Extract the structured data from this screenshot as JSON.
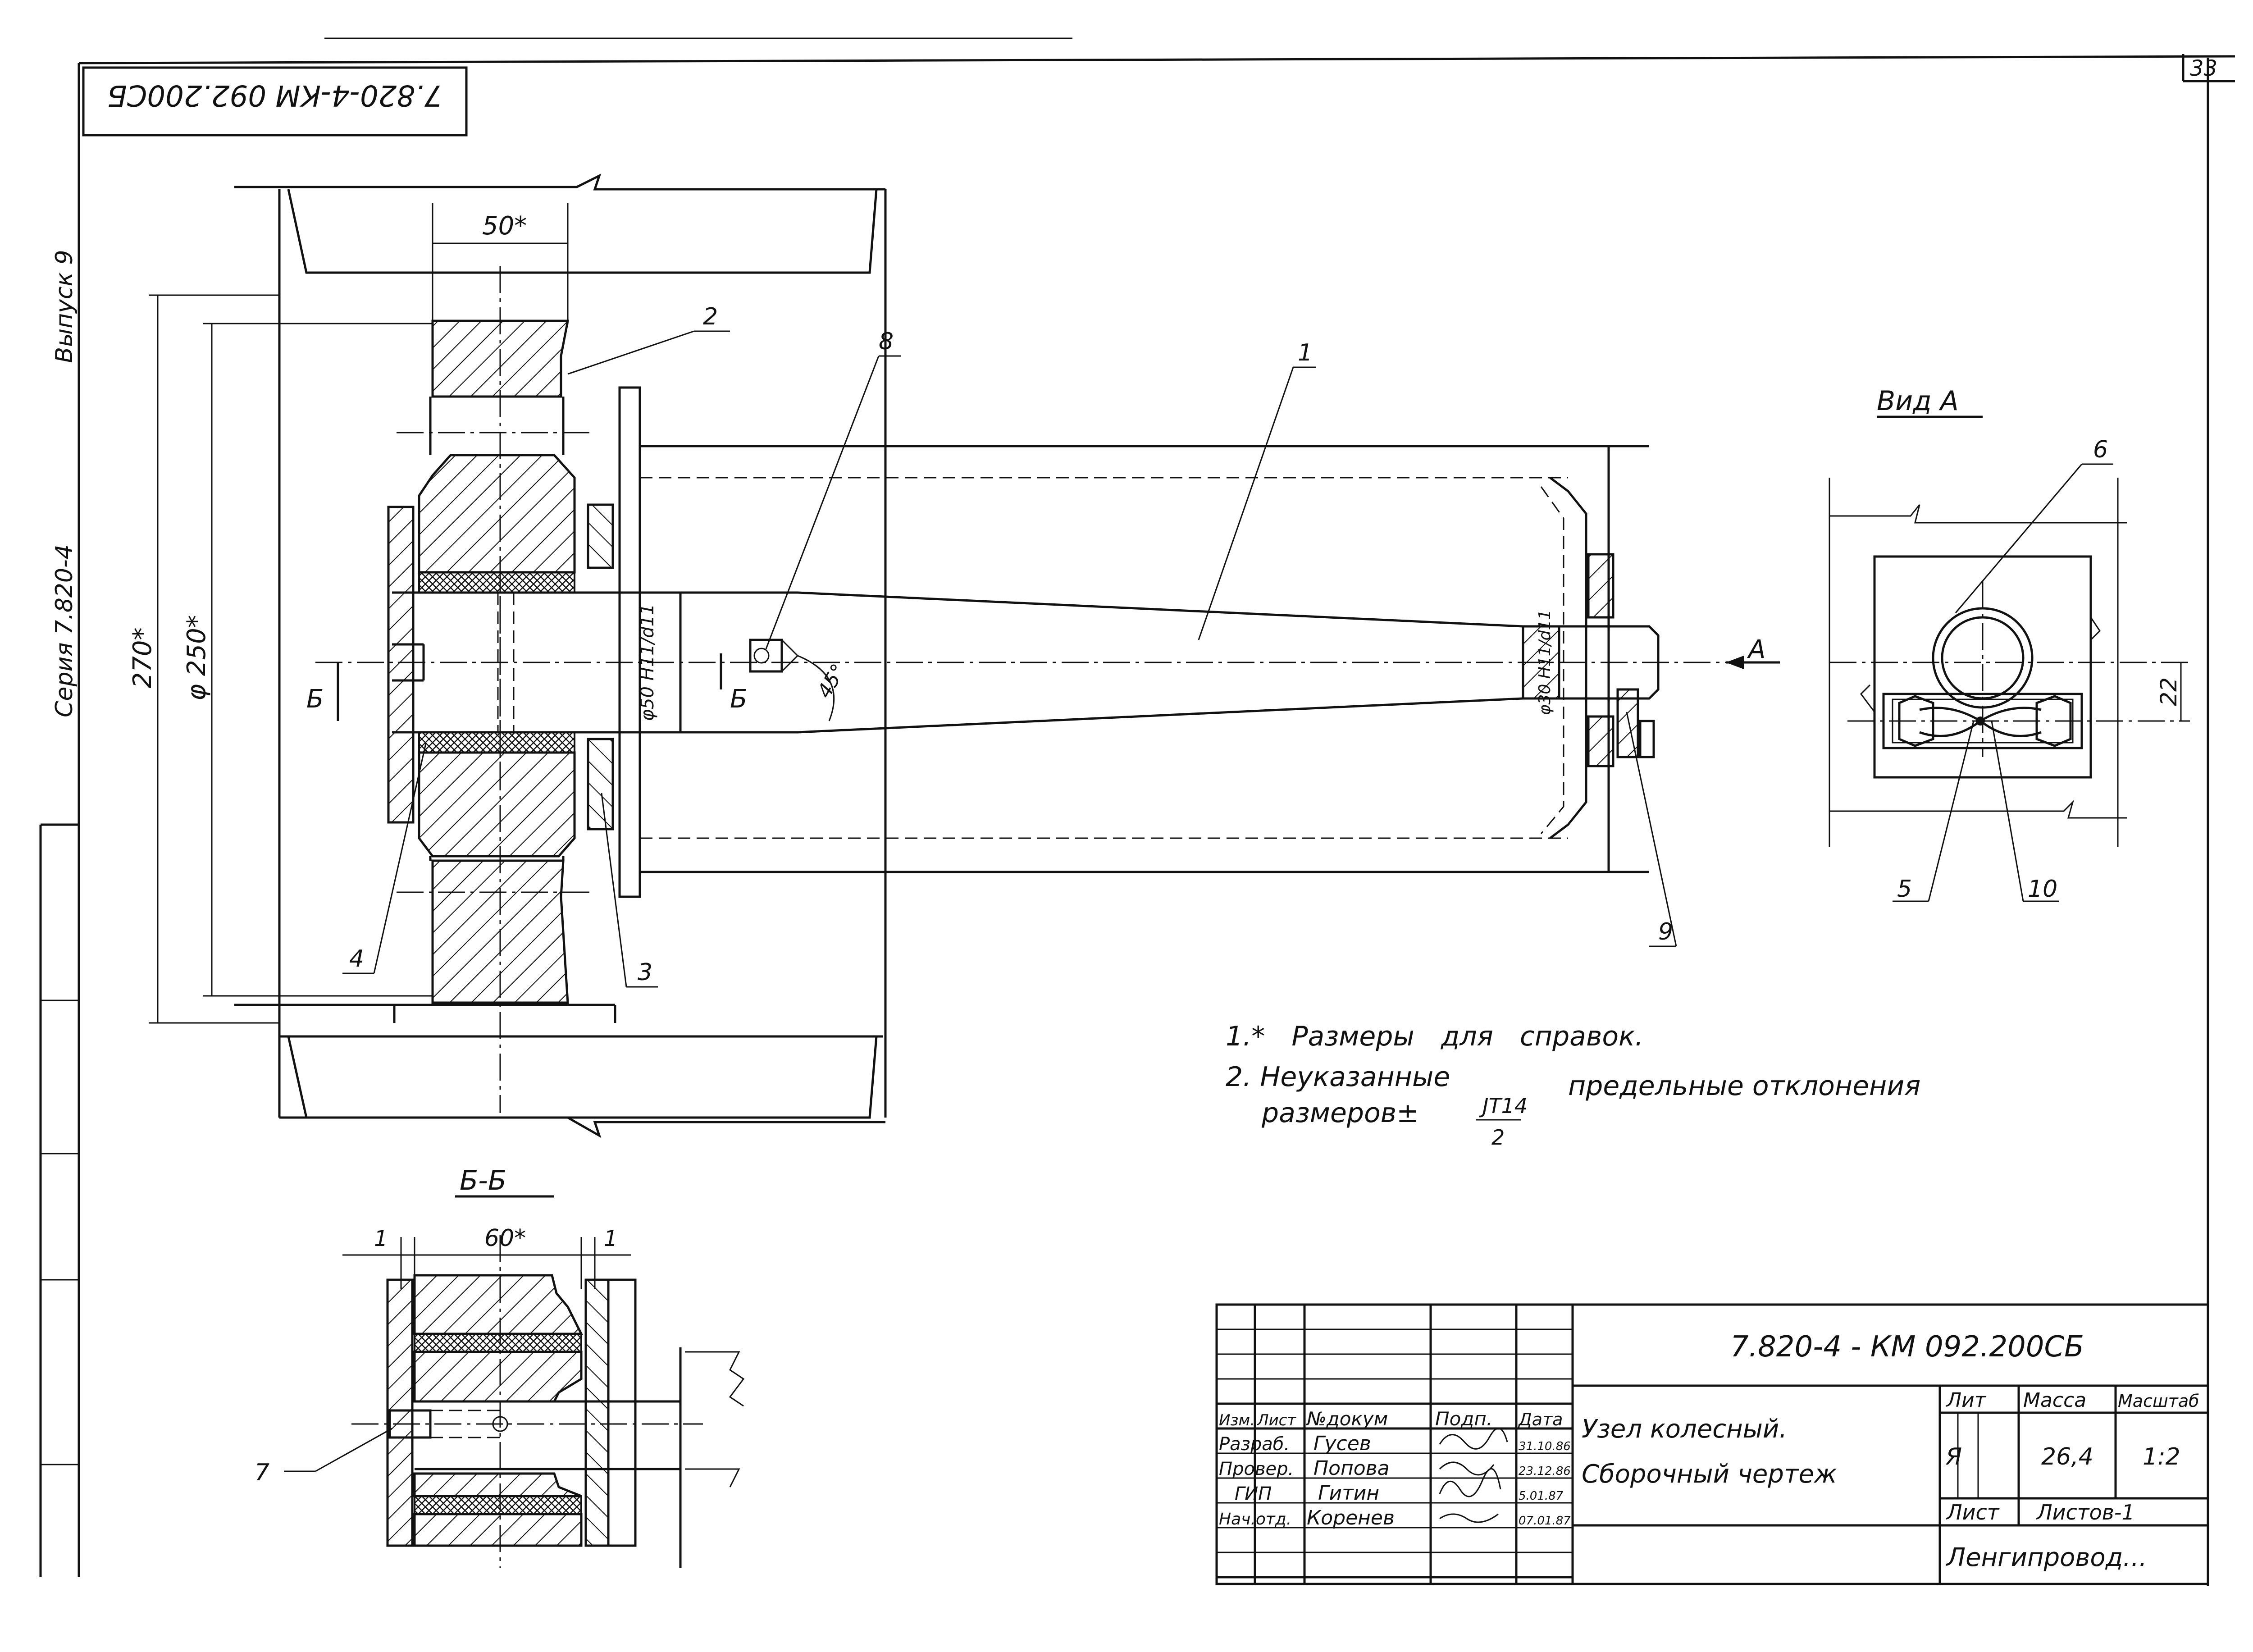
{
  "sheet": {
    "page_number": "33",
    "doc_code_rotated": "7.820-4-КМ 092.200СБ",
    "series": "Серия 7.820-4",
    "issue": "Выпуск 9"
  },
  "view_main": {
    "dim_width": "50*",
    "dim_outer": "270*",
    "dim_diameter": "φ 250*",
    "shaft_fit_left": "φ50 H11/d11",
    "shaft_fit_right": "φ30 H11/d11",
    "angle": "45°",
    "section_mark": "Б",
    "view_mark": "А"
  },
  "callouts": [
    "1",
    "2",
    "3",
    "4",
    "5",
    "6",
    "7",
    "8",
    "9",
    "10"
  ],
  "view_a": {
    "title": "Вид А",
    "dim": "22"
  },
  "section_bb": {
    "title": "Б-Б",
    "dim_center": "60*",
    "dim_gap_left": "1",
    "dim_gap_right": "1"
  },
  "notes": {
    "line1": "1.* Размеры для справок.",
    "line2a": "2. Неуказанные",
    "line2b": "предельные отклонения",
    "line3a": "размеров±",
    "line3_num": "JT14",
    "line3_den": "2"
  },
  "title_block": {
    "designation": "7.820-4 - КМ 092.200СБ",
    "name_line1": "Узел колесный.",
    "name_line2": "Сборочный чертеж",
    "col_headers": [
      "Изм.",
      "Лист",
      "№докум",
      "Подп.",
      "Дата"
    ],
    "rows": [
      {
        "role": "Разраб.",
        "name": "Гусев",
        "date": "31.10.86"
      },
      {
        "role": "Провер.",
        "name": "Попова",
        "date": "23.12.86"
      },
      {
        "role": "ГИП",
        "name": "Гитин",
        "date": "5.01.87"
      },
      {
        "role": "Нач.отд.",
        "name": "Коренев",
        "date": "07.01.87"
      }
    ],
    "lit_label": "Лит",
    "mass_label": "Масса",
    "scale_label": "Масштаб",
    "lit_value": "Я",
    "mass_value": "26,4",
    "scale_value": "1:2",
    "sheet_label": "Лист",
    "sheets_label": "Листов-1",
    "organization": "Ленгипровод..."
  }
}
